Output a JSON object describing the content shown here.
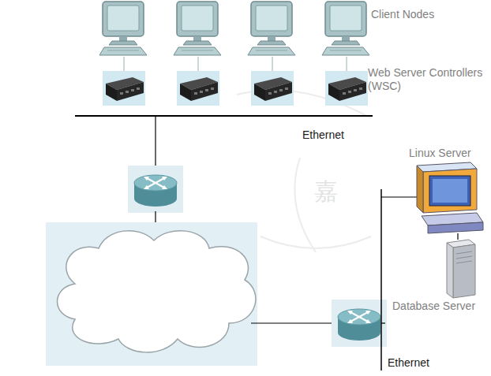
{
  "diagram": {
    "labels": [
      "Client Nodes",
      "Web Server Controllers (WSC)",
      "Ethernet",
      "Linux Server",
      "Database Server",
      "Ethernet",
      "嘉"
    ]
  }
}
